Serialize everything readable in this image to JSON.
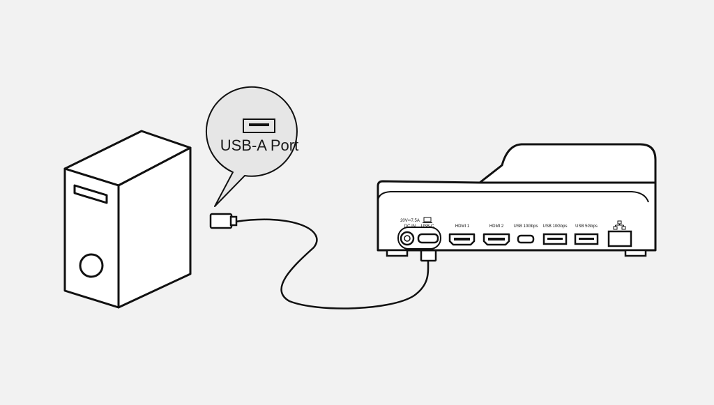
{
  "callout": {
    "label": "USB-A Port"
  },
  "dock": {
    "power_rating": "20V⎓7.5A",
    "ports": {
      "dc_in": "DC IN",
      "usb_c": "USB-C",
      "hdmi_1": "HDMI 1",
      "hdmi_2": "HDMI 2",
      "usb_10gbps_c": "USB 10Gbps",
      "usb_10gbps_a": "USB 10Gbps",
      "usb_5gbps_a": "USB 5Gbps"
    }
  },
  "icons": {
    "laptop": "laptop-icon",
    "ethernet": "network-icon",
    "usb_a": "usb-a-port-icon"
  },
  "colors": {
    "background": "#f2f2f2",
    "outline": "#111111",
    "device_fill": "#ffffff",
    "callout_fill": "#e6e6e6"
  }
}
